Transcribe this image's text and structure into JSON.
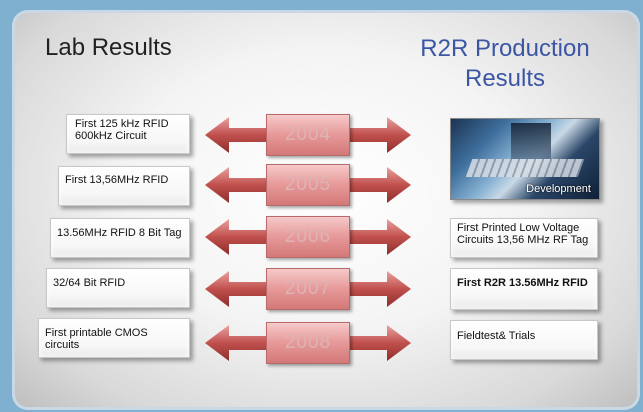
{
  "headings": {
    "left": "Lab Results",
    "right": "R2R Production Results"
  },
  "years": [
    "2004",
    "2005",
    "2006",
    "2007",
    "2008"
  ],
  "lab_results": [
    "First 125 kHz RFID 600kHz Circuit",
    "First 13,56MHz RFID",
    "13.56MHz RFID 8 Bit Tag",
    "32/64 Bit RFID",
    "First printable CMOS circuits"
  ],
  "production_results": {
    "photo_caption": "Development",
    "items": [
      "First Printed Low Voltage Circuits 13,56 MHz RF Tag",
      "First R2R 13.56MHz RFID",
      "Fieldtest& Trials"
    ]
  },
  "colors": {
    "arrow": "#c0504d",
    "year_box": "#e89c9c",
    "right_heading": "#3c56a6"
  }
}
